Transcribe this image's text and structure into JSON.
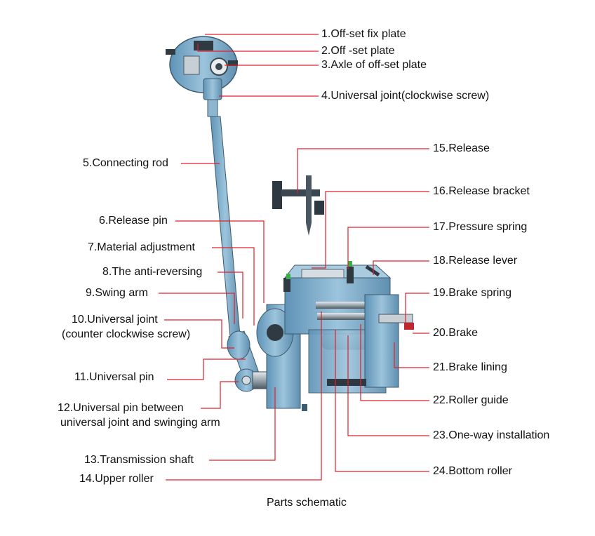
{
  "labels": {
    "l1": "1.Off-set fix plate",
    "l2": "2.Off -set plate",
    "l3": "3.Axle of off-set plate",
    "l4": "4.Universal joint(clockwise screw)",
    "l5": "5.Connecting rod",
    "l6": "6.Release pin",
    "l7": "7.Material adjustment",
    "l8": "8.The anti-reversing",
    "l9": "9.Swing arm",
    "l10a": "10.Universal joint",
    "l10b": "(counter clockwise screw)",
    "l11": "11.Universal pin",
    "l12a": "12.Universal pin between",
    "l12b": "universal joint and swinging arm",
    "l13": "13.Transmission shaft",
    "l14": "14.Upper roller",
    "l15": "15.Release",
    "l16": "16.Release bracket",
    "l17": "17.Pressure spring",
    "l18": "18.Release lever",
    "l19": "19.Brake spring",
    "l20": "20.Brake",
    "l21": "21.Brake lining",
    "l22": "22.Roller guide",
    "l23": "23.One-way installation",
    "l24": "24.Bottom roller"
  },
  "caption": "Parts schematic",
  "colors": {
    "leader_line": "#e0202a",
    "machine_blue": "#7fb0cf",
    "machine_dark": "#3c5a70",
    "metal": "#b9c2c8"
  }
}
